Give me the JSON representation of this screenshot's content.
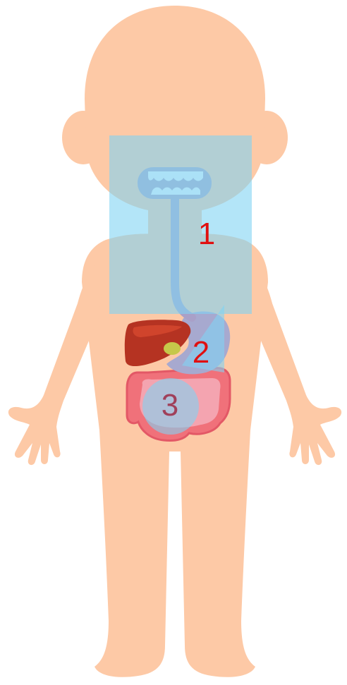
{
  "colors": {
    "background": "#ffffff",
    "skin": "#fdc9a6",
    "mouth": "#a7a0c4",
    "teeth": "#eaf6fc",
    "esophagus": "#a9a0c8",
    "liver": "#b53322",
    "liver_highlight": "#d0442c",
    "gallbladder": "#c6c84a",
    "stomach": "#a7a9cf",
    "large_intestine": "#f0717a",
    "small_intestine": "#f4a4b0",
    "zone_overlay": "#80d4f4",
    "label_red": "#e01010",
    "label_purple": "#a0405a"
  },
  "zones": [
    {
      "id": "1",
      "label": "1",
      "label_color": "#e01010"
    },
    {
      "id": "2",
      "label": "2",
      "label_color": "#e01010"
    },
    {
      "id": "3",
      "label": "3",
      "label_color": "#a0405a"
    }
  ]
}
